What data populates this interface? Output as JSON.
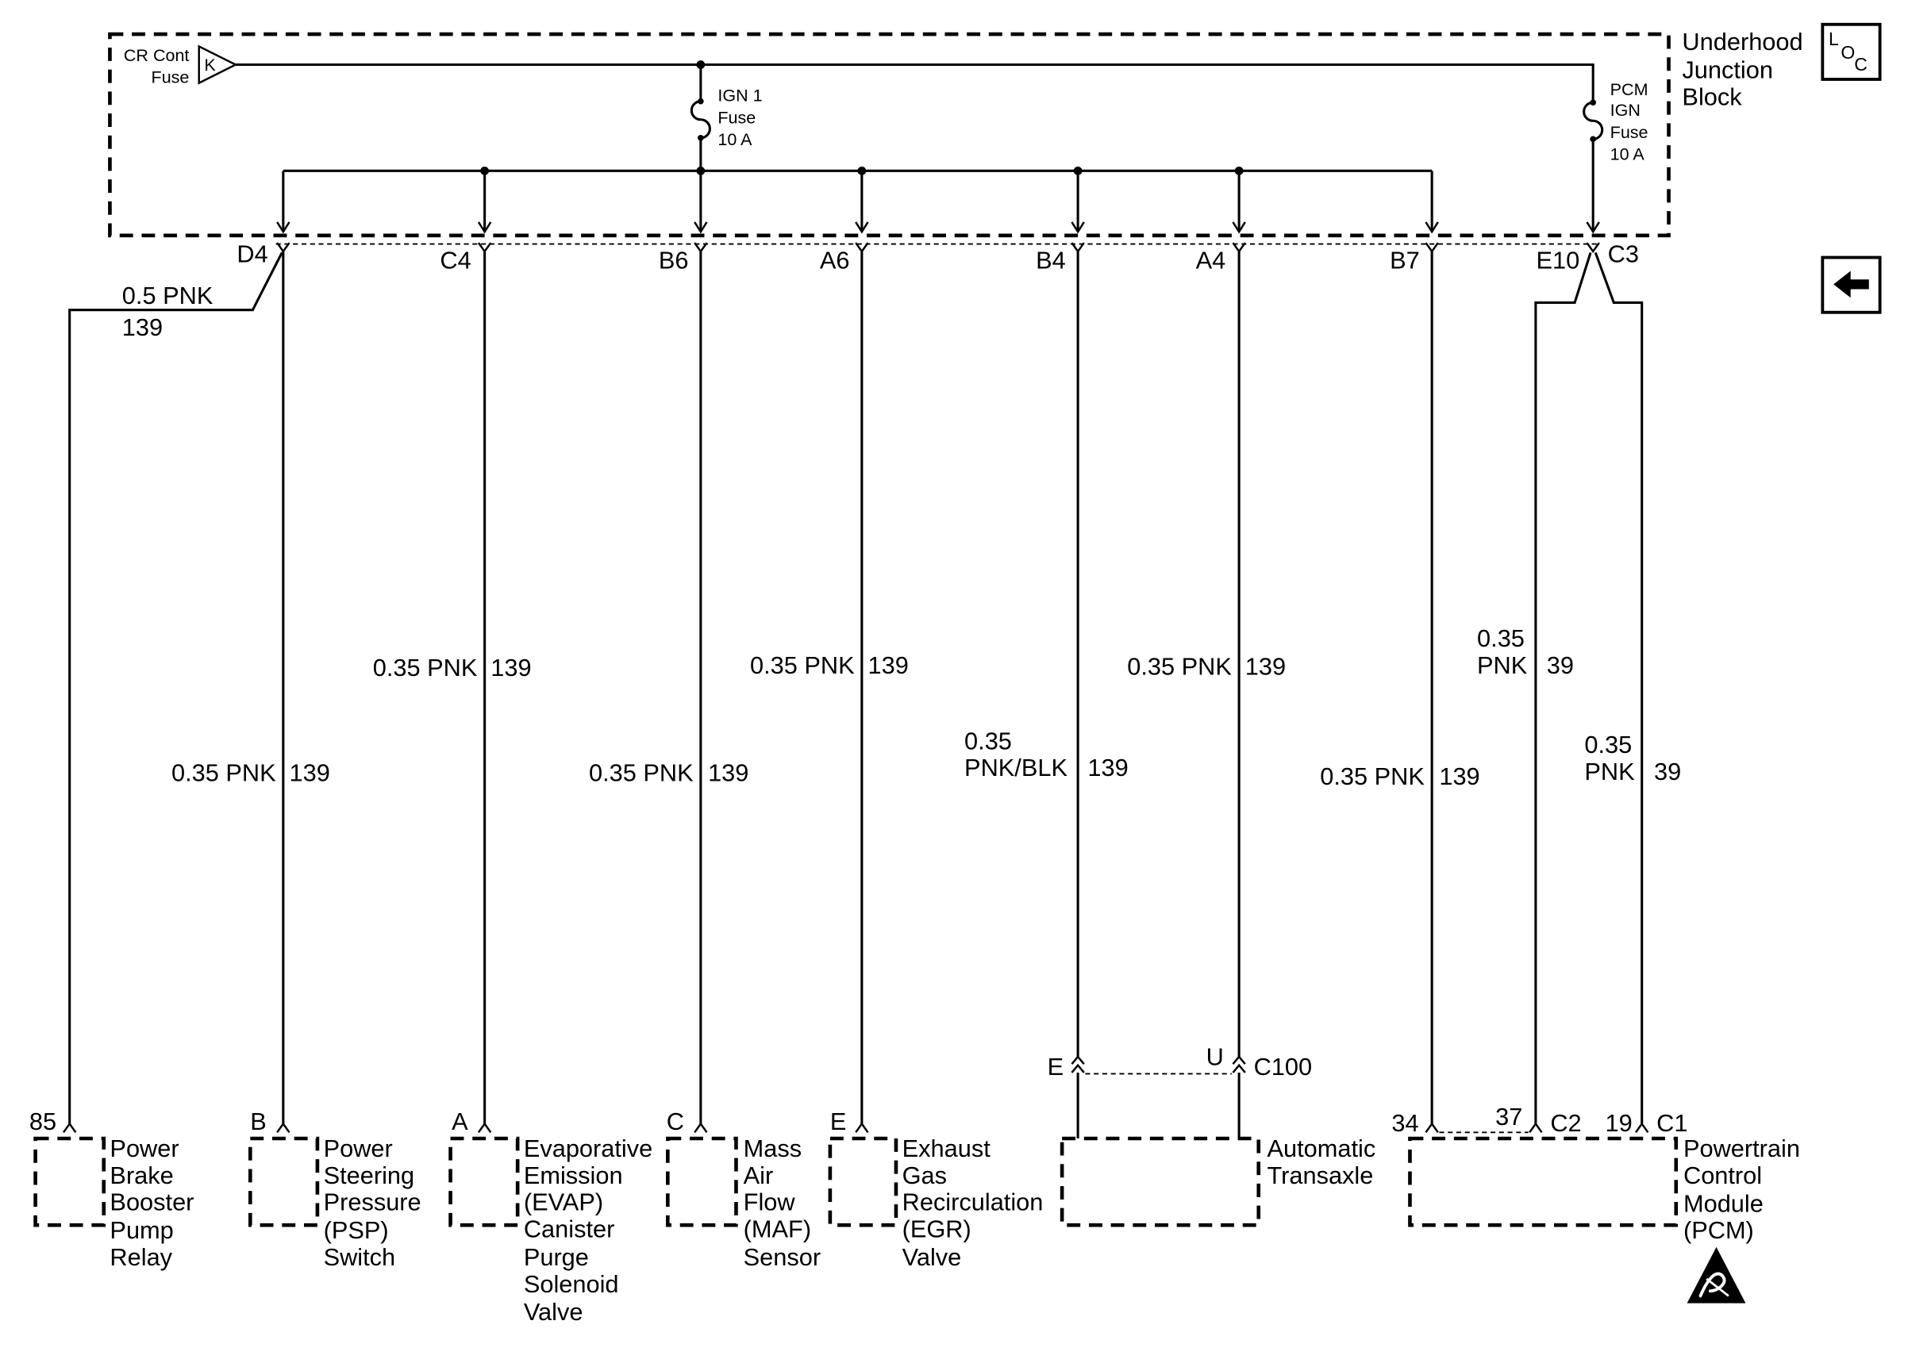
{
  "junction_block": {
    "title": [
      "Underhood",
      "Junction",
      "Block"
    ],
    "cr_cont_fuse": {
      "label": [
        "CR Cont",
        "Fuse"
      ],
      "terminal": "K"
    },
    "ign1_fuse": {
      "label": [
        "IGN 1",
        "Fuse",
        "10 A"
      ]
    },
    "pcm_ign_fuse": {
      "label": [
        "PCM",
        "IGN",
        "Fuse",
        "10 A"
      ]
    },
    "terminals": {
      "d4": "D4",
      "c4": "C4",
      "b6": "B6",
      "a6": "A6",
      "b4": "B4",
      "a4": "A4",
      "b7": "B7",
      "e10": "E10",
      "c3": "C3"
    }
  },
  "loc_icon": {
    "letters": [
      "L",
      "O",
      "C"
    ]
  },
  "back_button": {
    "icon": "left-arrow-icon"
  },
  "wires": {
    "d4_relay": {
      "size_color": "0.5 PNK",
      "circuit": "139"
    },
    "d4_psp": {
      "size_color": "0.35 PNK",
      "circuit": "139"
    },
    "c4_evap": {
      "size_color": "0.35 PNK",
      "circuit": "139"
    },
    "b6_maf": {
      "size_color": "0.35 PNK",
      "circuit": "139"
    },
    "a6_egr": {
      "size_color": "0.35 PNK",
      "circuit": "139"
    },
    "b4_transaxle": {
      "size": "0.35",
      "color": "PNK/BLK",
      "circuit": "139"
    },
    "a4_transaxle": {
      "size_color": "0.35 PNK",
      "circuit": "139"
    },
    "b7_pcm": {
      "size_color": "0.35 PNK",
      "circuit": "139"
    },
    "e10_pcm": {
      "size": "0.35",
      "color": "PNK",
      "circuit": "39"
    },
    "c3_pcm": {
      "size": "0.35",
      "color": "PNK",
      "circuit": "39"
    }
  },
  "c100": {
    "connector": "C100",
    "pin_left": "E",
    "pin_right": "U"
  },
  "components": {
    "brake_booster_relay": {
      "pin": "85",
      "name": [
        "Power",
        "Brake",
        "Booster",
        "Pump",
        "Relay"
      ]
    },
    "psp_switch": {
      "pin": "B",
      "name": [
        "Power",
        "Steering",
        "Pressure",
        "(PSP)",
        "Switch"
      ]
    },
    "evap_valve": {
      "pin": "A",
      "name": [
        "Evaporative",
        "Emission",
        "(EVAP)",
        "Canister",
        "Purge",
        "Solenoid",
        "Valve"
      ]
    },
    "maf_sensor": {
      "pin": "C",
      "name": [
        "Mass",
        "Air",
        "Flow",
        "(MAF)",
        "Sensor"
      ]
    },
    "egr_valve": {
      "pin": "E",
      "name": [
        "Exhaust",
        "Gas",
        "Recirculation",
        "(EGR)",
        "Valve"
      ]
    },
    "transaxle": {
      "name": [
        "Automatic",
        "Transaxle"
      ]
    },
    "pcm": {
      "c2": {
        "connector": "C2",
        "pins": [
          "34",
          "37"
        ]
      },
      "c1": {
        "connector": "C1",
        "pins": [
          "19"
        ]
      },
      "name": [
        "Powertrain",
        "Control",
        "Module",
        "(PCM)"
      ],
      "icon": "esd-sensitive-icon"
    }
  }
}
